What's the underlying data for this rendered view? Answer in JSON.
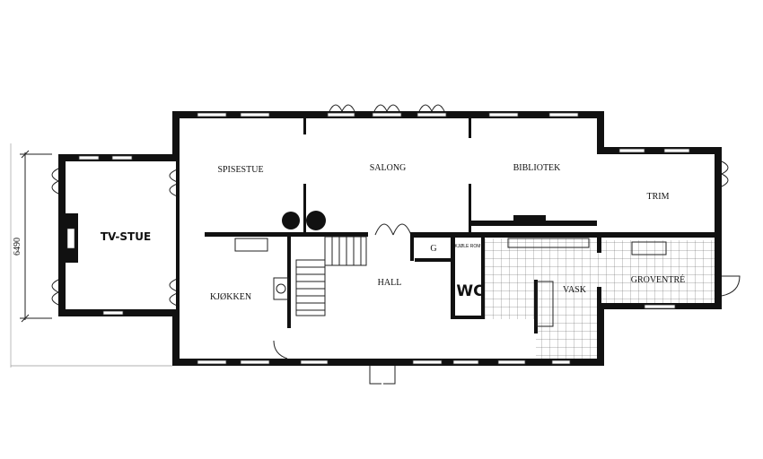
{
  "plan": {
    "dimension_label": "6490",
    "rooms": {
      "tv_stue": "TV-STUE",
      "spisestue": "SPISESTUE",
      "salong": "SALONG",
      "bibliotek": "BIBLIOTEK",
      "trim": "TRIM",
      "kjokken": "KJØKKEN",
      "hall": "HALL",
      "g": "G",
      "kjole_rom": "KJØLE ROM",
      "wc": "WC",
      "vask": "VASK",
      "groventre": "GROVENTRÉ"
    }
  }
}
